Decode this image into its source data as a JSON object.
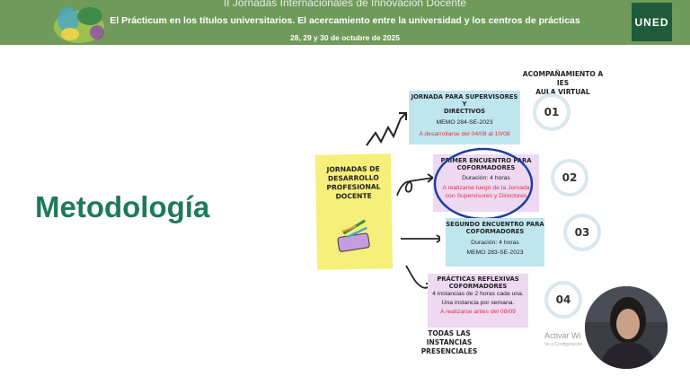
{
  "banner": {
    "title": "II Jornadas Internacionales de Innovación Docente",
    "subtitle": "El Prácticum en los títulos universitarios. El acercamiento entre la universidad y los centros de prácticas",
    "dates": "28, 29 y 30 de octubre de 2025",
    "logo": "UNED",
    "colors": {
      "banner": "#6f9a5a",
      "logo_bg": "#1f5a3a",
      "heading": "#1e7a58"
    }
  },
  "slide": {
    "heading": "Metodología",
    "side_header": [
      "ACOMPAÑAMIENTO A IES",
      "AULA VIRTUAL"
    ],
    "center_box": [
      "JORNADAS DE",
      "DESARROLLO",
      "PROFESIONAL",
      "DOCENTE"
    ],
    "footer_note": [
      "TODAS LAS INSTANCIAS",
      "PRESENCIALES"
    ],
    "items": [
      {
        "number": "01",
        "title": [
          "JORNADA PARA SUPERVISORES Y",
          "DIRECTIVOS"
        ],
        "details": [
          "MEMO 284-SE-2023"
        ],
        "highlight": [
          "A desarrollarse del 04/08 al 10/08"
        ]
      },
      {
        "number": "02",
        "title": [
          "PRIMER ENCUENTRO PARA",
          "COFORMADORES"
        ],
        "details": [
          "Duración: 4 horas"
        ],
        "highlight": [
          "A realizarse luego de la Jornada",
          "con Supervisores y Directores"
        ]
      },
      {
        "number": "03",
        "title": [
          "SEGUNDO ENCUENTRO PARA",
          "COFORMADORES"
        ],
        "details": [
          "Duración: 4 horas",
          "MEMO 283-SE-2023"
        ],
        "highlight": []
      },
      {
        "number": "04",
        "title": [
          "PRÁCTICAS REFLEXIVAS",
          "COFORMADORES"
        ],
        "details": [
          "4 instancias de 2 horas cada una.",
          "Una instancia por semana."
        ],
        "highlight": [
          "A realizarse antes del  08/09"
        ]
      }
    ]
  },
  "overlay": {
    "activate_windows": "Activar Wi",
    "activate_sub": "Ve a Configuración"
  }
}
